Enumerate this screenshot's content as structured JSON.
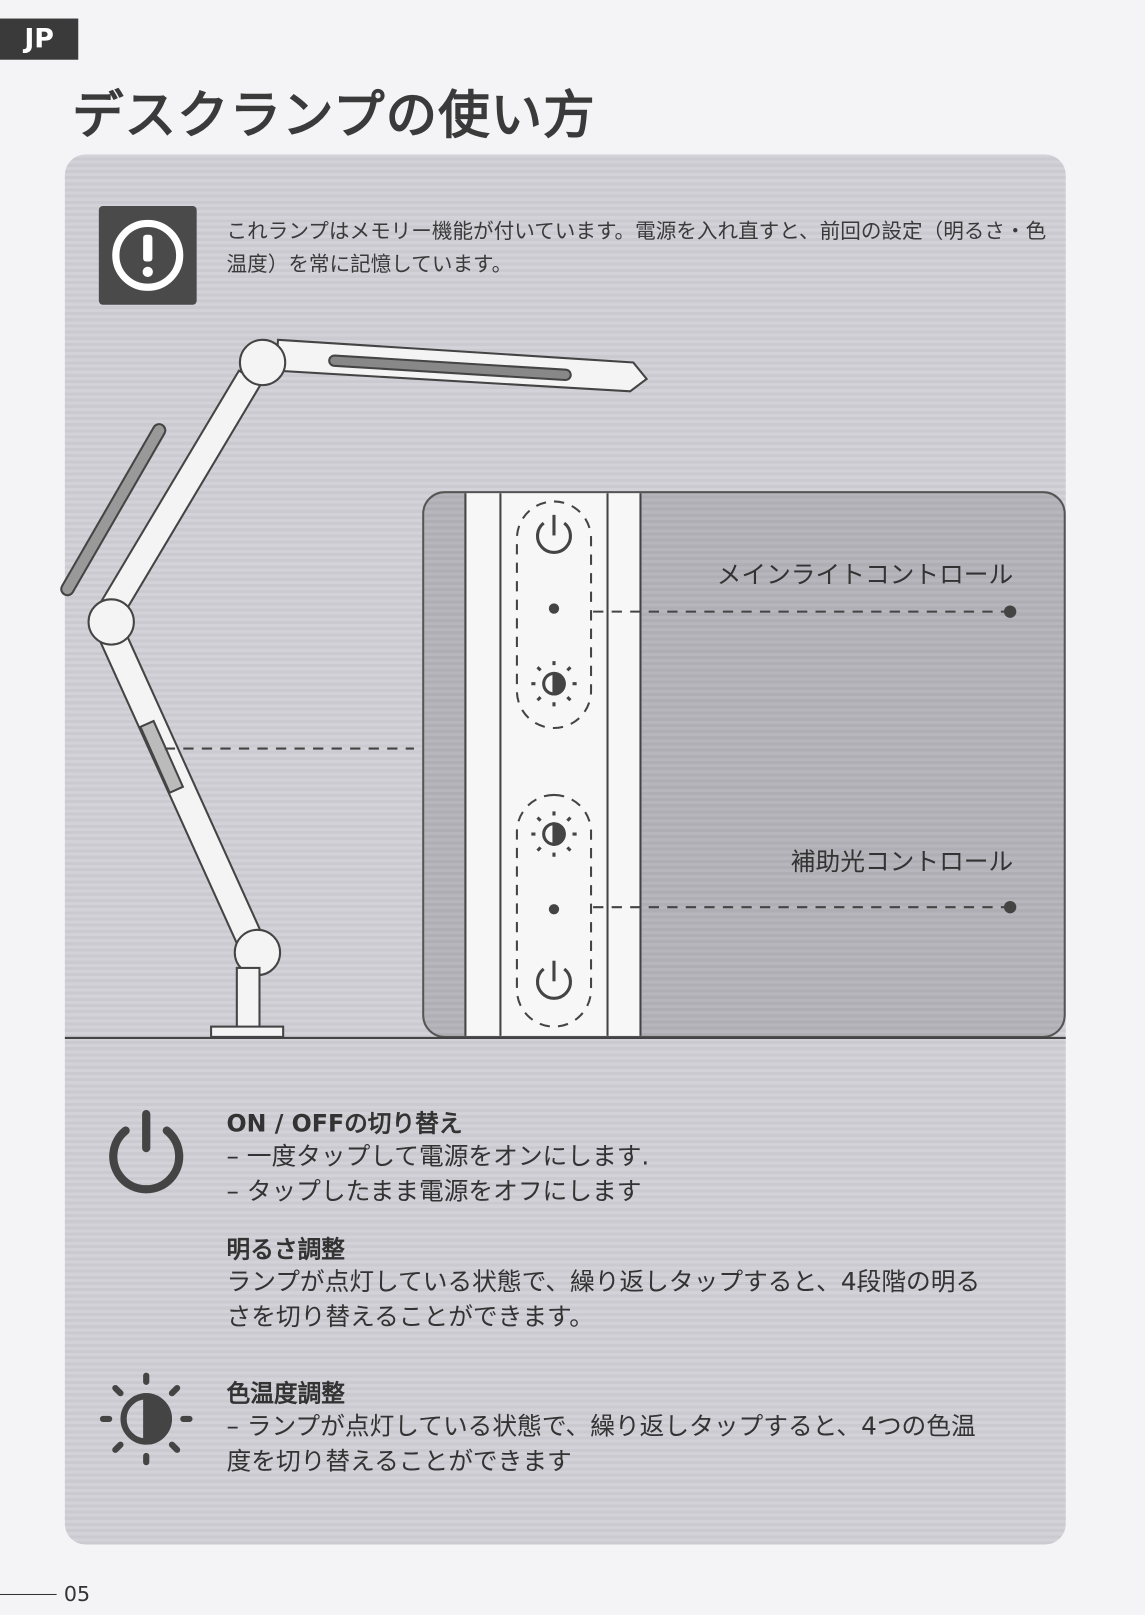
{
  "lang_tab": "JP",
  "title": "デスクランプの使い方",
  "note": {
    "icon": "exclamation-icon",
    "text": "これランプはメモリー機能が付いています。電源を入れ直すと、前回の設定（明るさ・色温度）を常に記憶しています。"
  },
  "diagram": {
    "main_label": "メインライトコントロール",
    "aux_label": "補助光コントロール"
  },
  "sections": [
    {
      "icon": "power-icon",
      "heading": "ON / OFFの切り替え",
      "lines": [
        "– 一度タップして電源をオンにします.",
        "– タップしたまま電源をオフにします"
      ]
    },
    {
      "heading": "明るさ調整",
      "lines": [
        "ランプが点灯している状態で、繰り返しタップすると、4段階の明る",
        "さを切り替えることができます。"
      ]
    },
    {
      "icon": "color-temperature-icon",
      "heading": "色温度調整",
      "lines": [
        "– ランプが点灯している状態で、繰り返しタップすると、4つの色温",
        "度を切り替えることができます"
      ]
    }
  ],
  "page_number": "05"
}
